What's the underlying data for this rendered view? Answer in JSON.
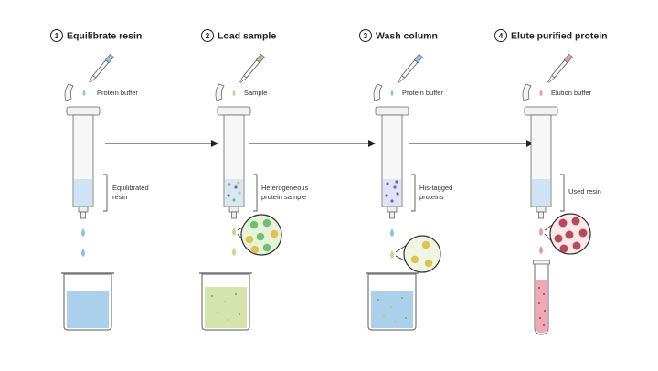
{
  "steps": [
    {
      "number": "1",
      "title": "Equilibrate resin",
      "buffer_label": "Protein buffer",
      "resin_label_1": "Equilibrated",
      "resin_label_2": "resin"
    },
    {
      "number": "2",
      "title": "Load sample",
      "buffer_label": "Sample",
      "resin_label_1": "Heterogeneous",
      "resin_label_2": "protein sample"
    },
    {
      "number": "3",
      "title": "Wash column",
      "buffer_label": "Protein buffer",
      "resin_label_1": "His-tagged",
      "resin_label_2": "proteins"
    },
    {
      "number": "4",
      "title": "Elute purified protein",
      "buffer_label": "Elution buffer",
      "resin_label_1": "Used resin",
      "resin_label_2": ""
    }
  ],
  "colors": {
    "protein_buffer": "#8fc0e6",
    "sample": "#c3d98a",
    "elution": "#e89aa6",
    "resin": "#cfe3f4",
    "green_protein": "#6fbf73",
    "yellow_protein": "#e3c052",
    "purple_protein": "#7b5fae",
    "red_protein": "#b84a5a",
    "arrow": "#222222"
  }
}
